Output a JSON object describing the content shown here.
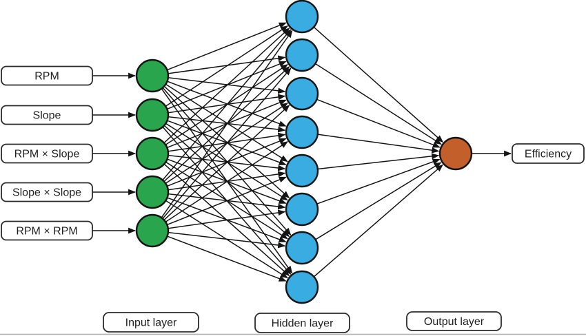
{
  "figure": {
    "type": "neural-network-diagram",
    "connectivity": "fully-connected",
    "background": "#ffffff",
    "edge_color": "#141414",
    "text_color": "#1f1f1f",
    "box_fill": "#ffffff",
    "box_stroke": "#2b2b2b",
    "divider_color": "#ababab",
    "input_layer": {
      "caption": "Input layer",
      "node_color": "#29A64D",
      "node_count": 5,
      "nodes": [
        {
          "label": "RPM"
        },
        {
          "label": "Slope"
        },
        {
          "label": "RPM × Slope"
        },
        {
          "label": "Slope × Slope"
        },
        {
          "label": "RPM × RPM"
        }
      ]
    },
    "hidden_layer": {
      "caption": "Hidden layer",
      "node_color": "#39ACE1",
      "node_count": 8
    },
    "output_layer": {
      "caption": "Output layer",
      "node_color": "#C25F2A",
      "node_count": 1,
      "nodes": [
        {
          "label": "Efficiency"
        }
      ]
    }
  }
}
